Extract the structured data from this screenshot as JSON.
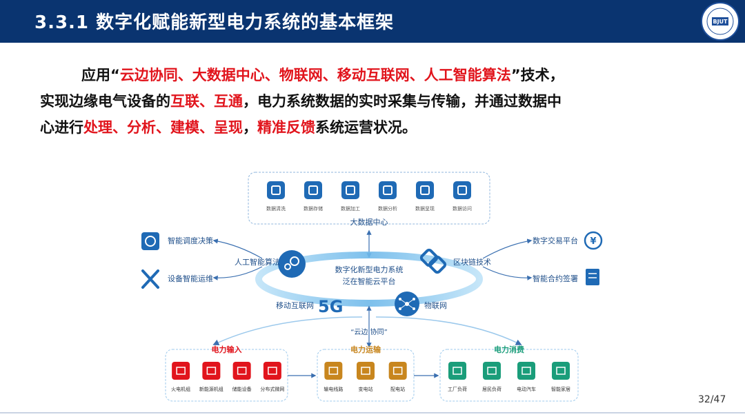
{
  "header": {
    "title": "3.3.1  数字化赋能新型电力系统的基本框架",
    "logo_text": "BJUT"
  },
  "body": {
    "line1": [
      {
        "t": "应用“",
        "hl": false
      },
      {
        "t": "云边协同、大数据中心、物联网、移动互联网、人工智能算法",
        "hl": true
      },
      {
        "t": "”技术，",
        "hl": false
      }
    ],
    "line2": [
      {
        "t": "实现边缘电气设备的",
        "hl": false
      },
      {
        "t": "互联、互通",
        "hl": true
      },
      {
        "t": "，电力系统数据的实时采集与传输，并通过数据中",
        "hl": false
      }
    ],
    "line3": [
      {
        "t": "心进行",
        "hl": false
      },
      {
        "t": "处理、分析、建模、呈现",
        "hl": true
      },
      {
        "t": "，",
        "hl": false
      },
      {
        "t": "精准反馈",
        "hl": true
      },
      {
        "t": "系统运营状况。",
        "hl": false
      }
    ]
  },
  "diagram": {
    "data_center": {
      "label": "大数据中心",
      "items": [
        "数据清洗",
        "数据存储",
        "数据加工",
        "数据分析",
        "数据呈现",
        "数据访问"
      ]
    },
    "center": {
      "line1": "数字化新型电力系统",
      "line2": "泛在智能云平台"
    },
    "ai": {
      "label": "人工智能算法",
      "out1": "智能调度决策",
      "out2": "设备智能运维"
    },
    "blockchain": {
      "label": "区块链技术",
      "out1": "数字交易平台",
      "out2": "智能合约签署"
    },
    "mobile": {
      "label": "移动互联网",
      "badge": "5G"
    },
    "iot": {
      "label": "物联网"
    },
    "cloud_edge": "“云边  协同”",
    "groups": [
      {
        "title": "电力输入",
        "items": [
          "火电机组",
          "新能源机组",
          "储能设备",
          "分布式微网"
        ],
        "color": "#e1141c"
      },
      {
        "title": "电力运输",
        "items": [
          "输电线路",
          "变电站",
          "配电站"
        ],
        "color": "#c8861e"
      },
      {
        "title": "电力消费",
        "items": [
          "工厂负荷",
          "居民负荷",
          "电动汽车",
          "智能家居"
        ],
        "color": "#1a9d7a"
      }
    ]
  },
  "page": {
    "number": "32/47"
  },
  "colors": {
    "header_bg": "#0a3470",
    "highlight": "#e1141c",
    "diagram_blue": "#1f6ab5"
  }
}
